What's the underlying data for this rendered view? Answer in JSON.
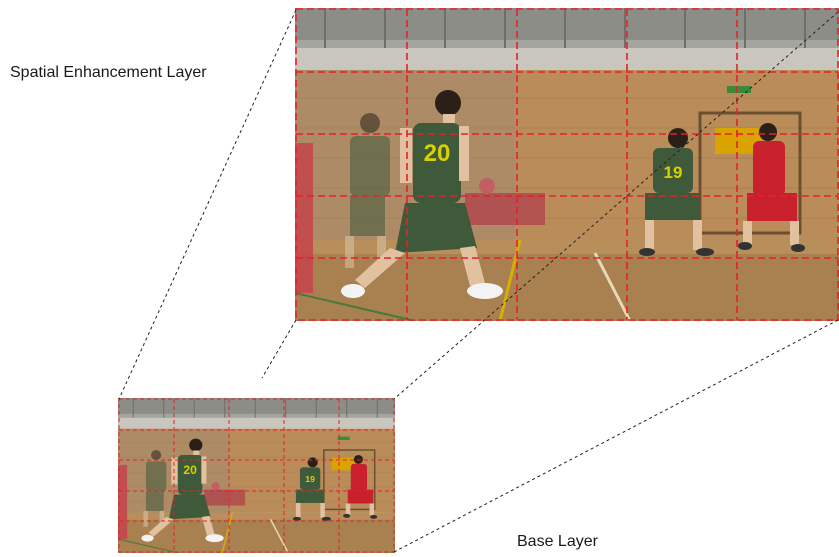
{
  "labels": {
    "enhancement_layer": "Spatial Enhancement Layer",
    "base_layer": "Base Layer"
  },
  "scene": {
    "jersey_front_player": "20",
    "jersey_right_player": "19",
    "colors": {
      "grid_line": "#e8202a",
      "projection_line": "#222222",
      "wall_brick": "#b98c5a",
      "floor_wood": "#a9804f",
      "ceiling": "#9a9a9a",
      "green_team": "#3f5a3a",
      "red_team": "#c8202c"
    }
  },
  "grid": {
    "enhancement_layer": {
      "columns": 5,
      "rows": 5
    },
    "base_layer": {
      "columns": 5,
      "rows": 5
    }
  }
}
